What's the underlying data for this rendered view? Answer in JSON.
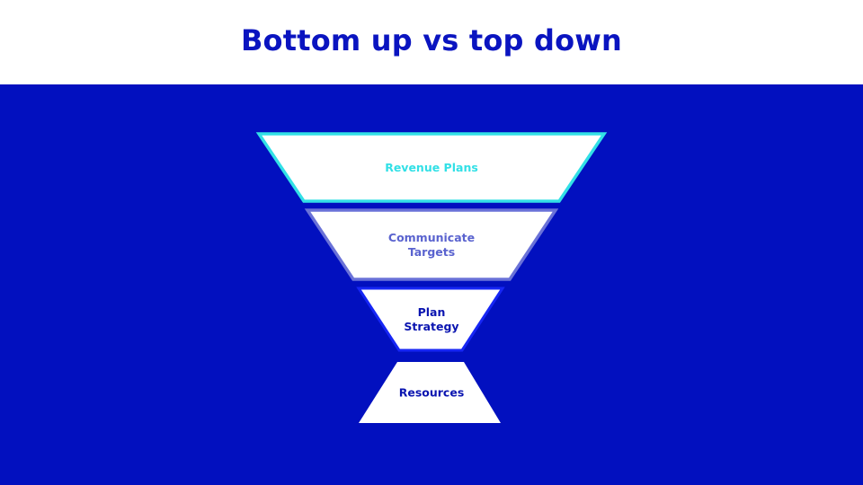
{
  "title": "Bottom up vs top down",
  "colors": {
    "background": "#ffffff",
    "panel": "#0210bf",
    "title": "#0a14c0",
    "stage_fill": "#ffffff"
  },
  "funnel": {
    "stages": [
      {
        "lines": [
          "Revenue Plans"
        ],
        "border": "#32e0e6",
        "text": "#32e0e6"
      },
      {
        "lines": [
          "Communicate",
          "Targets"
        ],
        "border": "#6a72d8",
        "text": "#5a63cf"
      },
      {
        "lines": [
          "Plan",
          "Strategy"
        ],
        "border": "#1626f5",
        "text": "#0a14b0"
      },
      {
        "lines": [
          "Resources"
        ],
        "border": "#ffffff",
        "text": "#0a14b0"
      }
    ]
  }
}
